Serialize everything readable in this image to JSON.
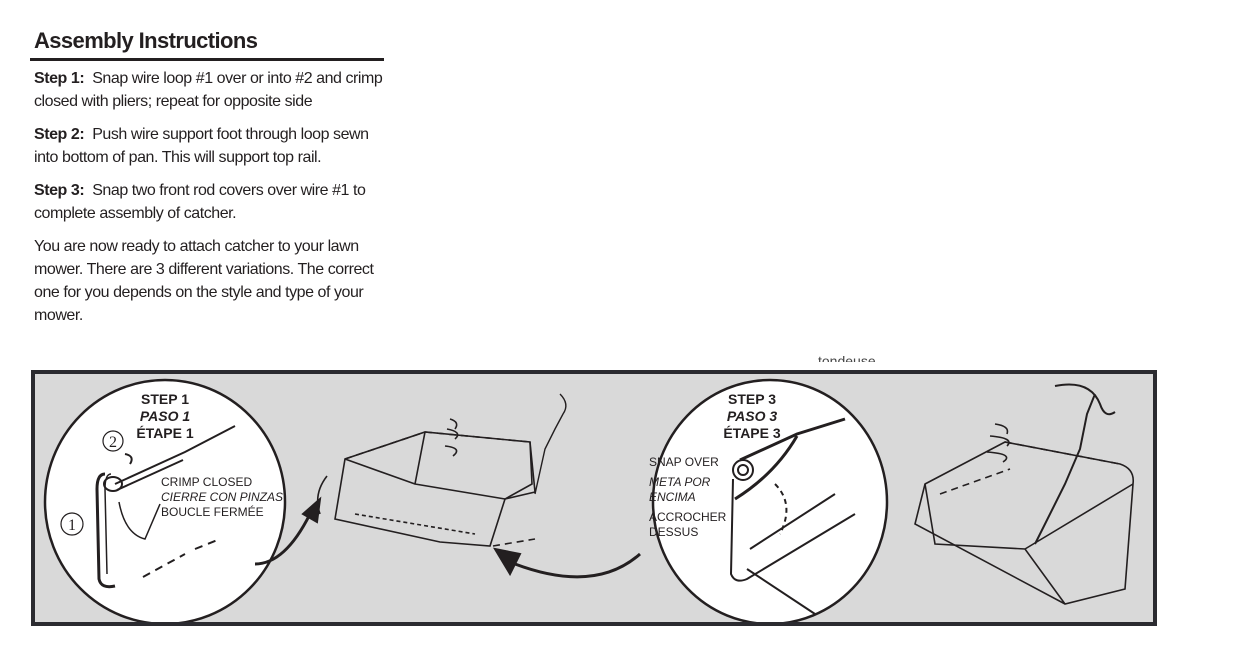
{
  "heading": "Assembly Instructions",
  "steps": [
    {
      "label": "Step 1:",
      "text": "Snap wire loop #1 over or into #2 and crimp closed with pliers; repeat for opposite side"
    },
    {
      "label": "Step 2:",
      "text": "Push wire support foot through loop sewn into bottom of pan. This will support top rail."
    },
    {
      "label": "Step 3:",
      "text": "Snap two front rod covers over wire #1 to complete assembly of catcher."
    }
  ],
  "closing": "You are now ready to attach catcher to your lawn mower. There are 3 different variations. The correct one for you depends on the style and type of your mower.",
  "clipped_text": "tondeuse.",
  "figure": {
    "step1": {
      "en": "STEP 1",
      "es": "PASO 1",
      "fr": "ÉTAPE 1",
      "num1": "1",
      "num2": "2",
      "callout_en": "CRIMP CLOSED",
      "callout_es": "CIERRE CON PINZAS",
      "callout_fr": "BOUCLE FERMÉE"
    },
    "step3": {
      "en": "STEP 3",
      "es": "PASO 3",
      "fr": "ÉTAPE 3",
      "callout_en": "SNAP OVER",
      "callout_es_1": "META POR",
      "callout_es_2": "ENCIMA",
      "callout_fr_1": "ACCROCHER",
      "callout_fr_2": "DESSUS"
    }
  }
}
